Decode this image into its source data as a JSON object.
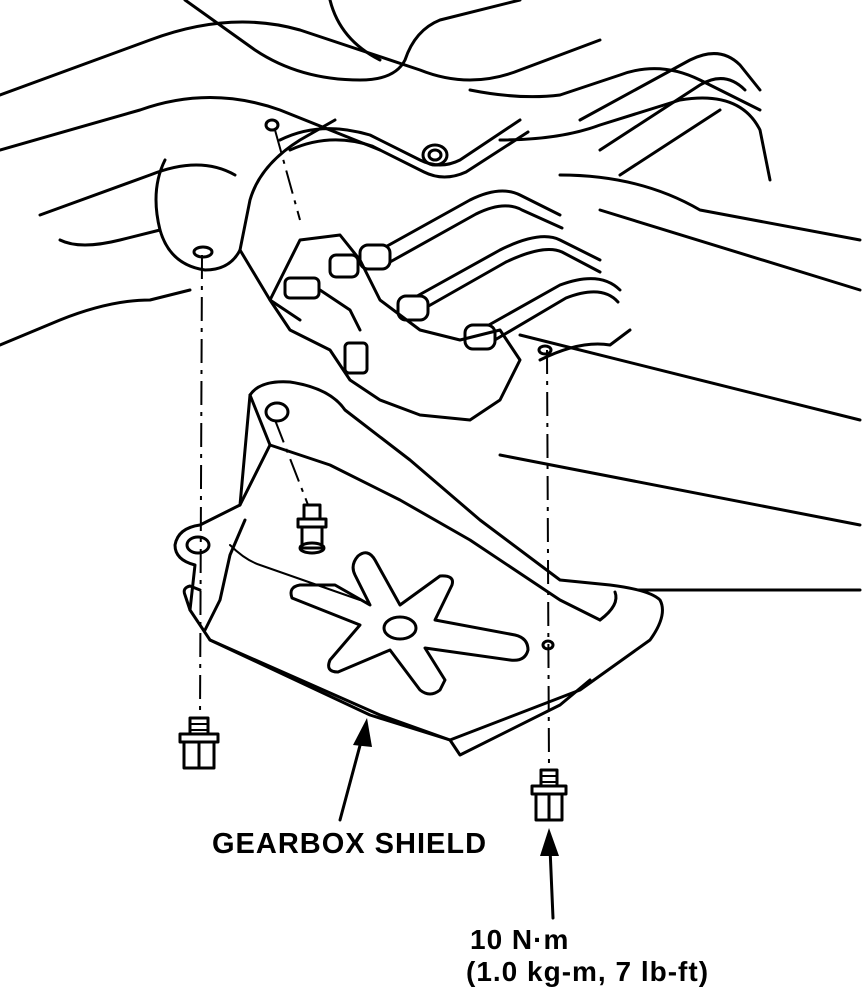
{
  "labels": {
    "part_name": "GEARBOX SHIELD",
    "torque_metric": "10 N·m",
    "torque_imperial": "(1.0 kg-m, 7 lb-ft)"
  },
  "colors": {
    "line": "#000000",
    "background": "#ffffff"
  }
}
